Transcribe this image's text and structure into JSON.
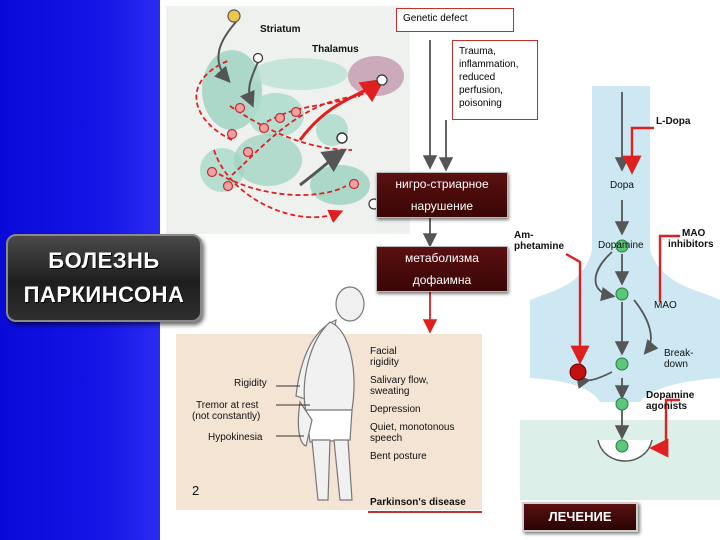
{
  "title": {
    "line1": "БОЛЕЗНЬ",
    "line2": "ПАРКИНСОНА"
  },
  "brain": {
    "striatum": "Striatum",
    "thalamus": "Thalamus"
  },
  "causes": {
    "genetic_defect": "Genetic defect",
    "trauma_lines": [
      "Trauma,",
      "inflammation,",
      "reduced",
      "perfusion,",
      "poisoning"
    ]
  },
  "overlays": {
    "nigrostriatal_lines": [
      "нигро-стриарное",
      "нарушение"
    ],
    "metabolism_lines": [
      "метаболизма",
      "дофаимна"
    ]
  },
  "symptoms": {
    "left": [
      "Rigidity",
      "Tremor at rest",
      "(not constantly)",
      "Hypokinesia"
    ],
    "right": [
      "Facial",
      "rigidity",
      "Salivary flow,",
      "sweating",
      "Depression",
      "Quiet, monotonous",
      "speech",
      "Bent posture"
    ],
    "figure_number": "2",
    "disease_caption": "Parkinson's disease"
  },
  "synapse": {
    "ldopa": "L-Dopa",
    "dopa": "Dopa",
    "dopamine": "Dopamine",
    "amphetamine_lines": [
      "Am-",
      "phetamine"
    ],
    "mao_inhibitor_lines": [
      "MAO",
      "inhibitors"
    ],
    "mao": "MAO",
    "breakdown_lines": [
      "Break-",
      "down"
    ],
    "agonists_lines": [
      "Dopamine",
      "agonists"
    ]
  },
  "treatment_button": "ЛЕЧЕНИЕ",
  "colors": {
    "left_panel": "#1414e6",
    "accent_red": "#e02020",
    "nucleus_green": "#9fd3c2",
    "synapse_blue": "#cde8f2"
  }
}
